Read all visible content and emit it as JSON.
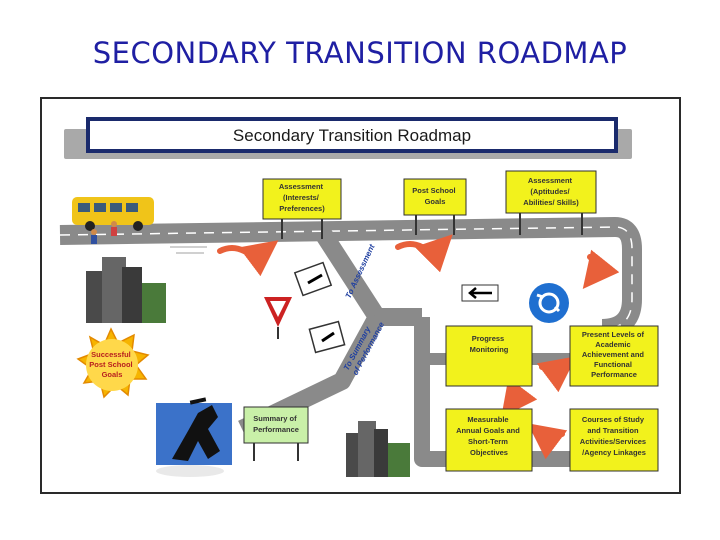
{
  "slide_title": "SECONDARY TRANSITION ROADMAP",
  "banner_title": "Secondary Transition Roadmap",
  "signs": {
    "assessment_interests": [
      "Assessment",
      "(Interests/",
      "Preferences)"
    ],
    "post_school_goals": [
      "Post School",
      "Goals"
    ],
    "assessment_aptitudes": [
      "Assessment",
      "(Aptitudes/",
      "Abilities/ Skills)"
    ],
    "progress_monitoring": [
      "Progress",
      "Monitoring"
    ],
    "present_levels": [
      "Present Levels of",
      "Academic",
      "Achievement and",
      "Functional",
      "Performance"
    ],
    "measurable_goals": [
      "Measurable",
      "Annual Goals and",
      "Short-Term",
      "Objectives"
    ],
    "courses_of_study": [
      "Courses of Study",
      "and Transition",
      "Activities/Services",
      "/Agency Linkages"
    ],
    "summary_of_performance": [
      "Summary of",
      "Performance"
    ]
  },
  "road_labels": {
    "to_assessment": "To Assessment",
    "to_summary": [
      "To Summary",
      "of Performance"
    ]
  },
  "sun_text": [
    "Successful",
    "Post School",
    "Goals"
  ],
  "colors": {
    "title": "#1f1fa3",
    "sign_yellow": "#f2f21c",
    "sign_green": "#c9f0a8",
    "road": "#9a9a9a",
    "arrow": "#e8603a",
    "banner_border": "#1a2a6c"
  }
}
